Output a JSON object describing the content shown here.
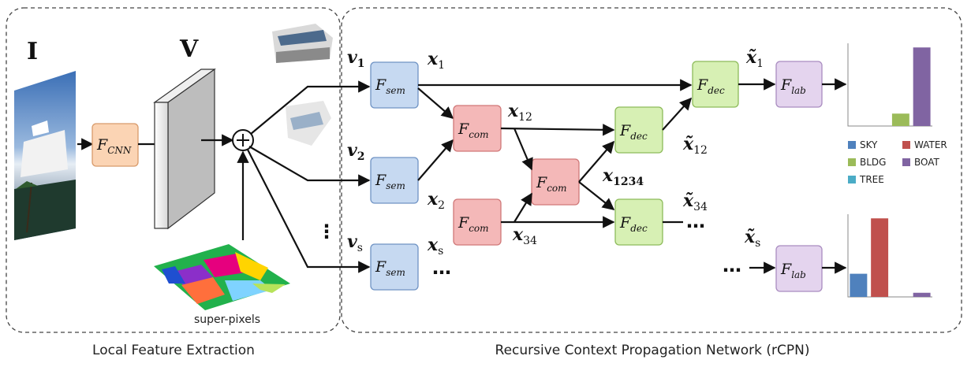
{
  "inputs": {
    "image_label": "I",
    "volume_label": "V",
    "cnn": {
      "main": "F",
      "sub": "CNN"
    },
    "superpixels_label": "super-pixels"
  },
  "nodes": {
    "sem_1": {
      "main": "F",
      "sub": "sem"
    },
    "sem_2": {
      "main": "F",
      "sub": "sem"
    },
    "sem_s": {
      "main": "F",
      "sub": "sem"
    },
    "com_12": {
      "main": "F",
      "sub": "com"
    },
    "com_34": {
      "main": "F",
      "sub": "com"
    },
    "com_1234": {
      "main": "F",
      "sub": "com"
    },
    "dec_1": {
      "main": "F",
      "sub": "dec"
    },
    "dec_12": {
      "main": "F",
      "sub": "dec"
    },
    "dec_34": {
      "main": "F",
      "sub": "dec"
    },
    "lab_1": {
      "main": "F",
      "sub": "lab"
    },
    "lab_s": {
      "main": "F",
      "sub": "lab"
    }
  },
  "variables": {
    "v1": {
      "main": "v",
      "sub": "1"
    },
    "v2": {
      "main": "v",
      "sub": "2"
    },
    "vs": {
      "main": "v",
      "sub": "s"
    },
    "x1": {
      "main": "x",
      "sub": "1"
    },
    "x2": {
      "main": "x",
      "sub": "2"
    },
    "xs": {
      "main": "x",
      "sub": "s"
    },
    "x12": {
      "main": "x",
      "sub": "12"
    },
    "x34": {
      "main": "x",
      "sub": "34"
    },
    "x1234": {
      "main": "x",
      "sub": "1234"
    },
    "xt1": {
      "main": "x̃",
      "sub": "1"
    },
    "xt12": {
      "main": "x̃",
      "sub": "12"
    },
    "xt34": {
      "main": "x̃",
      "sub": "34"
    },
    "xts": {
      "main": "x̃",
      "sub": "s"
    }
  },
  "ellipsis": "…",
  "vertical_ellipsis": "⋮",
  "legend": [
    {
      "label": "SKY",
      "color": "#4f81bd"
    },
    {
      "label": "WATER",
      "color": "#c0504d"
    },
    {
      "label": "BLDG",
      "color": "#9bbb59"
    },
    {
      "label": "BOAT",
      "color": "#8064a2"
    },
    {
      "label": "TREE",
      "color": "#4bacc6"
    }
  ],
  "chart_data": [
    {
      "type": "bar",
      "categories": [
        "SKY",
        "WATER",
        "BLDG",
        "BOAT",
        "TREE"
      ],
      "values": [
        0,
        0,
        0.15,
        0.95,
        0
      ],
      "ylim": [
        0,
        1
      ]
    },
    {
      "type": "bar",
      "categories": [
        "SKY",
        "WATER",
        "BLDG",
        "BOAT",
        "TREE"
      ],
      "values": [
        0.28,
        0.95,
        0,
        0.05,
        0
      ],
      "ylim": [
        0,
        1
      ]
    }
  ],
  "captions": {
    "left": "Local Feature Extraction",
    "right": "Recursive Context Propagation Network (rCPN)"
  },
  "colors": {
    "cnn": "#fbd4b4",
    "sem": "#c6d9f1",
    "com": "#f4b8b8",
    "dec": "#d7f0b4",
    "lab": "#e4d4ee"
  }
}
